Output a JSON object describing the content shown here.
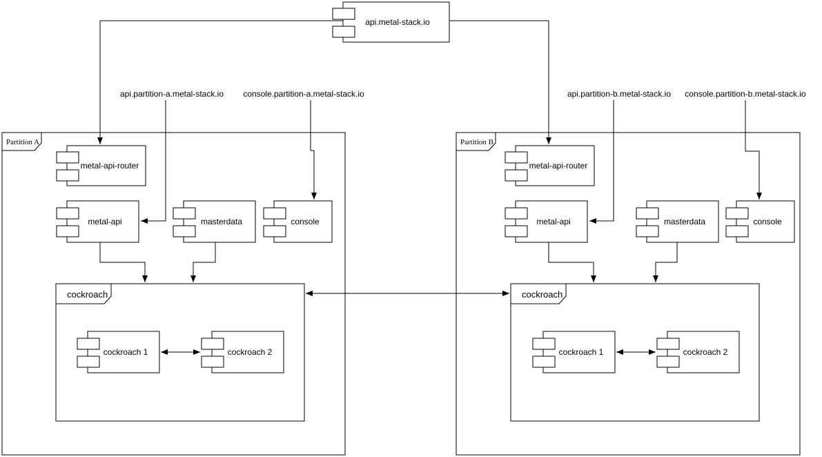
{
  "canvas": {
    "background": "#ffffff",
    "stroke_color": "#000000",
    "text_color": "#000000"
  },
  "root_component": {
    "label": "api.metal-stack.io"
  },
  "dns_labels": [
    {
      "text": "api.partition-a.metal-stack.io"
    },
    {
      "text": "console.partition-a.metal-stack.io"
    },
    {
      "text": "api.partition-b.metal-stack.io"
    },
    {
      "text": "console.partition-b.metal-stack.io"
    }
  ],
  "partitions": [
    {
      "label": "Partition A",
      "components": {
        "router": "metal-api-router",
        "api": "metal-api",
        "masterdata": "masterdata",
        "console": "console"
      },
      "cockroach": {
        "label": "cockroach",
        "nodes": [
          "cockroach 1",
          "cockroach 2"
        ]
      }
    },
    {
      "label": "Partition B",
      "components": {
        "router": "metal-api-router",
        "api": "metal-api",
        "masterdata": "masterdata",
        "console": "console"
      },
      "cockroach": {
        "label": "cockroach",
        "nodes": [
          "cockroach 1",
          "cockroach 2"
        ]
      }
    }
  ]
}
